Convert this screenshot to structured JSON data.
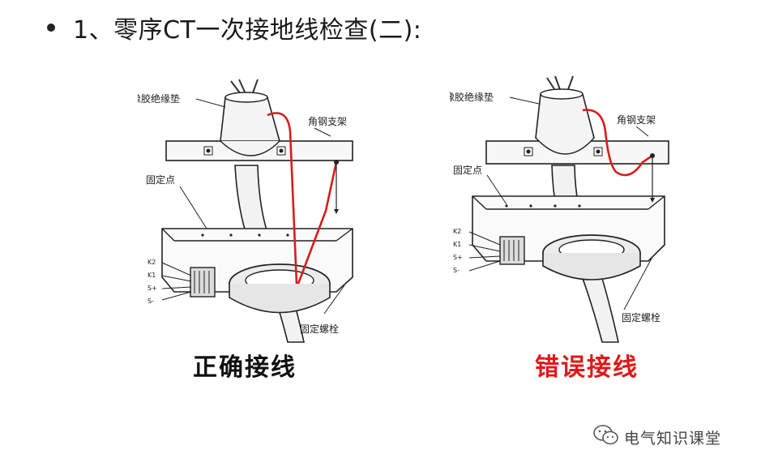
{
  "title": {
    "bullet": "•",
    "text": "1、零序CT一次接地线检查(二):"
  },
  "left_panel": {
    "caption": "正确接线",
    "labels": {
      "rubber_pad": "橡胶绝缘垫",
      "angle_bracket": "角钢支架",
      "fixing_point": "固定点",
      "fixing_bolt": "固定螺栓",
      "k2": "K2",
      "k1": "K1",
      "s_plus": "S+",
      "s_minus": "S-"
    }
  },
  "right_panel": {
    "caption": "错误接线",
    "labels": {
      "rubber_pad": "橡胶绝缘垫",
      "angle_bracket": "角钢支架",
      "fixing_point": "固定点",
      "fixing_bolt": "固定螺栓",
      "k2": "K2",
      "k1": "K1",
      "s_plus": "S+",
      "s_minus": "S-"
    }
  },
  "colors": {
    "wire": "#d81c1c",
    "caption_wrong": "#e01818",
    "caption_right": "#111111"
  },
  "watermark": {
    "icon": "wechat-icon",
    "text": "电气知识课堂"
  }
}
